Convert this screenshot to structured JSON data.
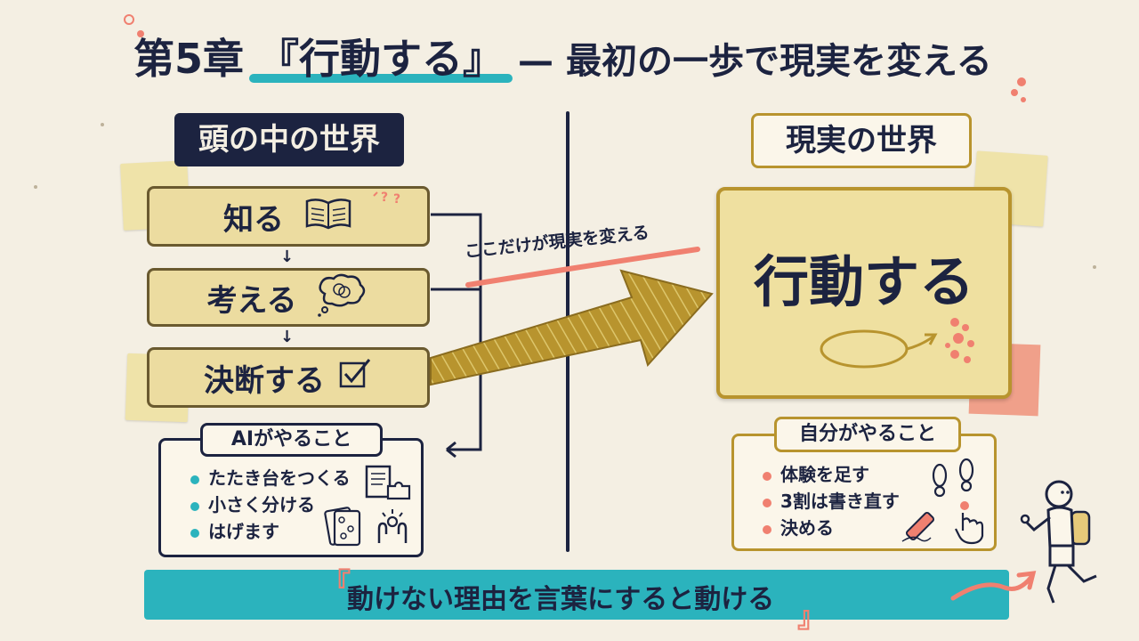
{
  "title": {
    "prefix": "第5章",
    "keyword": "『行動する』",
    "suffix": "— 最初の一歩で現実を変える"
  },
  "left": {
    "header": "頭の中の世界",
    "steps": [
      "知る",
      "考える",
      "決断する"
    ],
    "ai_label": "AIがやること",
    "ai_items": [
      "たたき台をつくる",
      "小さく分ける",
      "はげます"
    ]
  },
  "center": {
    "caption": "ここだけが現実を変える"
  },
  "right": {
    "header": "現実の世界",
    "action": "行動する",
    "self_label": "自分がやること",
    "self_items": [
      "体験を足す",
      "3割は書き直す",
      "決める"
    ]
  },
  "banner": {
    "open_bracket": "『",
    "text": "動けない理由を言葉にすると動ける",
    "close_bracket": "』"
  },
  "icons": {
    "step_icons": [
      "open-book-icon",
      "thought-cloud-icon",
      "checkbox-icon"
    ],
    "ai_icons": [
      "document-puzzle-icon",
      "cards-icon",
      "cheering-hands-icon"
    ],
    "self_icons": [
      "footprints-icon",
      "pen-icon",
      "pointer-hand-icon"
    ]
  },
  "colors": {
    "navy": "#1c2340",
    "teal": "#2bb3bd",
    "gold": "#b8942e",
    "coral": "#f08070",
    "note": "#efe3a9",
    "paper": "#f4efe3"
  }
}
